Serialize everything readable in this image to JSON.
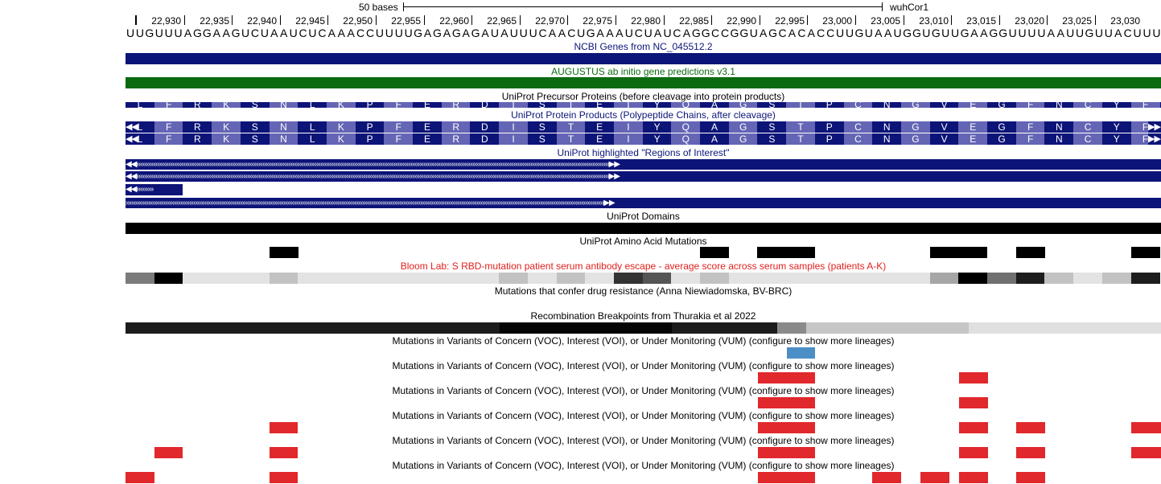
{
  "ruler": {
    "scale_label": "50 bases",
    "assembly_label": "wuhCor1",
    "positions": [
      "22,930",
      "22,935",
      "22,940",
      "22,945",
      "22,950",
      "22,955",
      "22,960",
      "22,965",
      "22,970",
      "22,975",
      "22,980",
      "22,985",
      "22,990",
      "22,995",
      "23,000",
      "23,005",
      "23,010",
      "23,015",
      "23,020",
      "23,025",
      "23,030"
    ]
  },
  "sequence": "UUGUUUAGGAAGUCUAAUCUCAAACCUUUUGAGAGAGAUAUUUCAACUGAAAUCUAUCAGGCCGGUAGCACACCUUGUAAUGGUGUUGAAGGUUUUAAUUGUUACUUU",
  "tracks": {
    "ncbi_genes": "NCBI Genes from NC_045512.2",
    "augustus": "AUGUSTUS ab initio gene predictions v3.1",
    "uniprot_precursor": "UniProt Precursor Proteins (before cleavage into protein products)",
    "uniprot_products": "UniProt Protein Products (Polypeptide Chains, after cleavage)",
    "uniprot_regions": "UniProt highlighted \"Regions of Interest\"",
    "uniprot_domains": "UniProt Domains",
    "uniprot_mutations": "UniProt Amino Acid Mutations",
    "bloom_lab": "Bloom Lab: S RBD-mutation patient serum antibody escape - average score across serum samples (patients A-K)",
    "drug_resistance": "Mutations that confer drug resistance (Anna Niewiadomska, BV-BRC)",
    "recombination": "Recombination Breakpoints from Thurakia et al 2022",
    "variants": "Mutations in Variants of Concern (VOC), Interest (VOI), or Under Monitoring (VUM) (configure to show more lineages)"
  },
  "amino_acids": [
    "L",
    "F",
    "R",
    "K",
    "S",
    "N",
    "L",
    "K",
    "P",
    "F",
    "E",
    "R",
    "D",
    "I",
    "S",
    "T",
    "E",
    "I",
    "Y",
    "Q",
    "A",
    "G",
    "S",
    "T",
    "P",
    "C",
    "N",
    "G",
    "V",
    "E",
    "G",
    "F",
    "N",
    "C",
    "Y",
    "F"
  ],
  "colors": {
    "ncbi": "#0b1578",
    "augustus": "#0b6a10",
    "uniprot_dark": "#0d1478",
    "uniprot_light": "#6565b5",
    "bloom_text": "#e0201c",
    "variant_red": "#e1282c",
    "variant_blue": "#4c8fc6"
  }
}
